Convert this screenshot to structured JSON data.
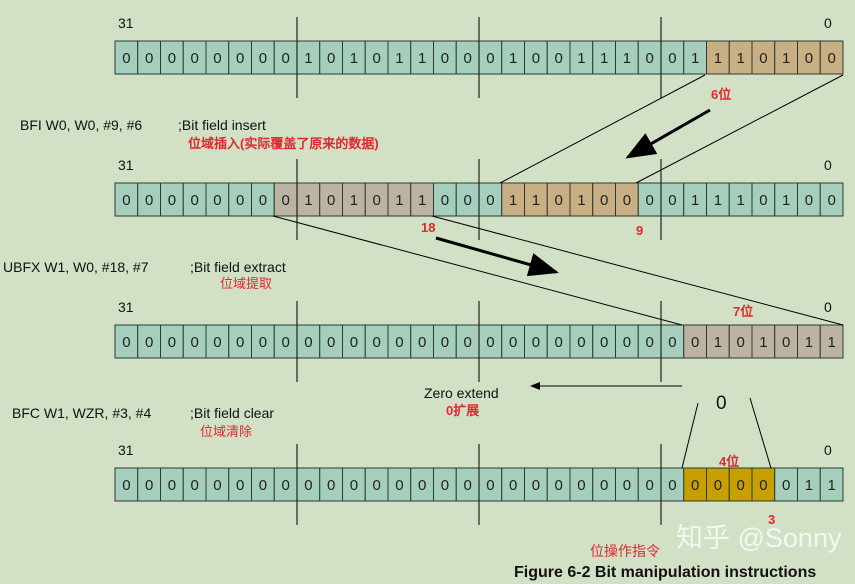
{
  "colors": {
    "default": "#a6cebd",
    "inserted": "#c9b084",
    "extracted": "#bcb3a2",
    "cleared": "#c7a000",
    "text_red": "#e0282e",
    "background": "#d2e0c6"
  },
  "bit_labels": {
    "msb": "31",
    "lsb": "0"
  },
  "registers": [
    {
      "bits": "00000000101011000100111001110100",
      "highlights": [
        {
          "from": 0,
          "to": 5,
          "style": "inserted"
        }
      ]
    },
    {
      "bits": "00000000101011000110100001110100",
      "highlights": [
        {
          "from": 18,
          "to": 24,
          "style": "extracted"
        },
        {
          "from": 9,
          "to": 14,
          "style": "inserted"
        }
      ]
    },
    {
      "bits": "00000000000000000000000000101011",
      "highlights": [
        {
          "from": 0,
          "to": 6,
          "style": "extracted"
        }
      ]
    },
    {
      "bits": "00000000000000000000000000000011",
      "highlights": [
        {
          "from": 3,
          "to": 6,
          "style": "cleared"
        }
      ]
    }
  ],
  "instructions": [
    {
      "code": "BFI W0, W0, #9, #6",
      "comment": ";Bit field insert",
      "zh": "位域插入(实际覆盖了原来的数据)"
    },
    {
      "code": "UBFX W1, W0, #18, #7",
      "comment": ";Bit field extract",
      "zh": "位域提取"
    },
    {
      "code": "BFC W1, WZR, #3, #4",
      "comment": ";Bit field clear",
      "zh": "位域清除"
    }
  ],
  "annotations": {
    "six_bits": "6位",
    "pos18": "18",
    "pos9": "9",
    "seven_bits": "7位",
    "zero_extend": "Zero extend",
    "zero_extend_zh": "0扩展",
    "zero": "0",
    "four_bits": "4位",
    "pos3": "3",
    "subtitle_zh": "位操作指令"
  },
  "watermark": "知乎 @Sonny",
  "caption": "Figure 6-2 Bit manipulation instructions"
}
